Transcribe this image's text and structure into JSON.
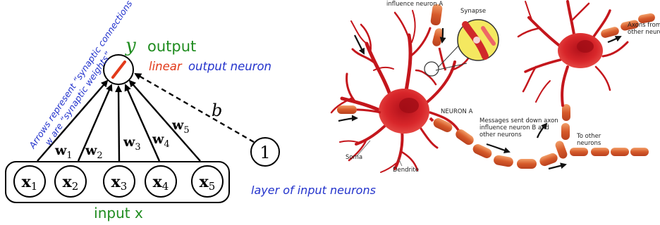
{
  "network": {
    "output_symbol": "y",
    "output_label": "output",
    "output_desc_linear": "linear",
    "output_desc_rest": "output neuron",
    "bias_symbol": "b",
    "bias_input_value": "1",
    "input_layer_label": "layer of input neurons",
    "input_group_label": "input x",
    "arrows_note_line1": "Arrows represent “synaptic connections”",
    "arrows_note_line2": "w are “synaptic weights”",
    "inputs": [
      {
        "base": "x",
        "sub": "1"
      },
      {
        "base": "x",
        "sub": "2"
      },
      {
        "base": "x",
        "sub": "3"
      },
      {
        "base": "x",
        "sub": "4"
      },
      {
        "base": "x",
        "sub": "5"
      }
    ],
    "weights": [
      {
        "base": "w",
        "sub": "1"
      },
      {
        "base": "w",
        "sub": "2"
      },
      {
        "base": "w",
        "sub": "3"
      },
      {
        "base": "w",
        "sub": "4"
      },
      {
        "base": "w",
        "sub": "5"
      }
    ]
  },
  "neuron_illustration": {
    "label_influence_a": "influence neuron A",
    "label_synapse": "Synapse",
    "label_axons_from_line1": "Axons from",
    "label_axons_from_line2": "other neuro",
    "label_neuron_a": "NEURON A",
    "label_messages_line1": "Messages sent down axon",
    "label_messages_line2": "influence neuron B and",
    "label_messages_line3": "other neurons",
    "label_to_other_line1": "To other",
    "label_to_other_line2": "neurons",
    "label_soma": "Soma",
    "label_dendrite": "Dendrite"
  },
  "colors": {
    "green": "#1f8c1f",
    "blue": "#2333cc",
    "red": "#e23a1a",
    "neuron_red": "#c4161c",
    "axon_orange": "#e0763a"
  }
}
